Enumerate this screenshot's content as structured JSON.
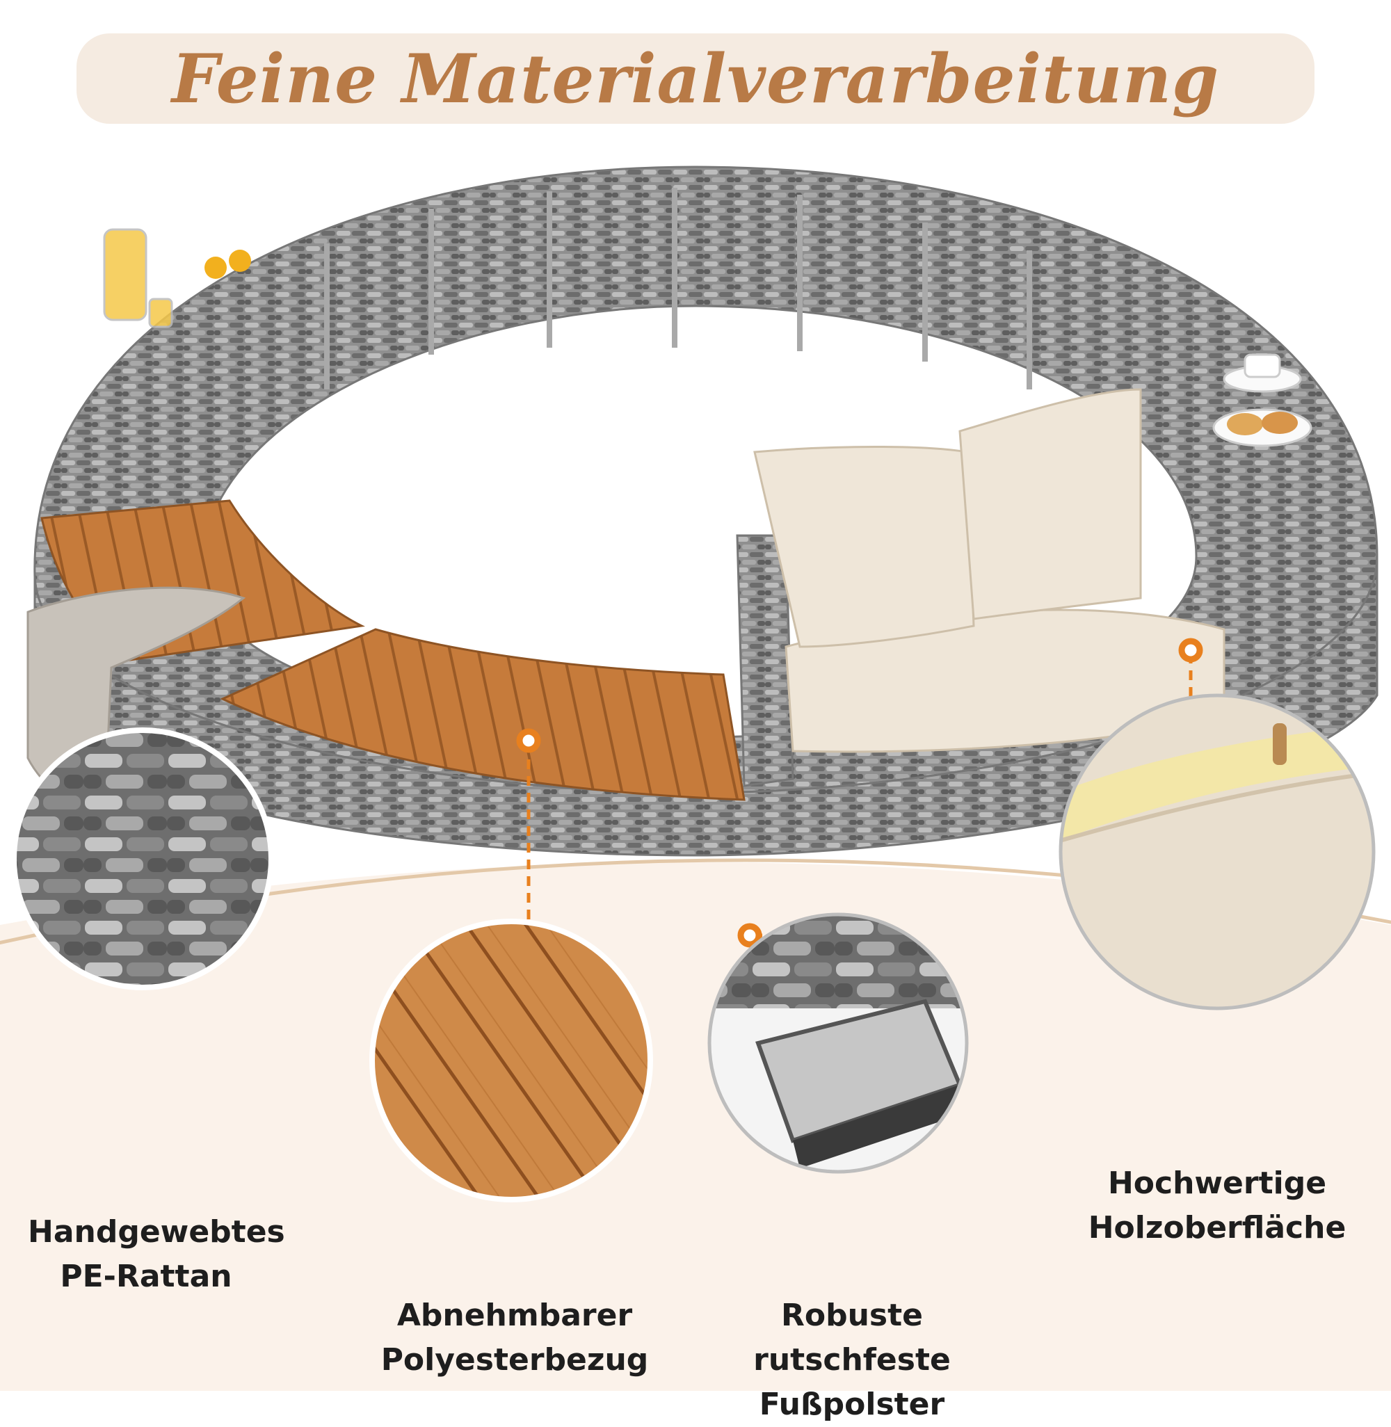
{
  "title": "Feine Materialverarbeitung",
  "colors": {
    "accent": "#e8801e",
    "title_text": "#b87a46",
    "title_background": "#f5ebe1",
    "rattan": "#8c8c8c",
    "wood": "#c67b3b",
    "cushion": "#efe6d8",
    "bottom_band": "#fbf2ea",
    "arc": "#e3c8a8"
  },
  "features": [
    {
      "id": "rattan",
      "line1": "Handgewebtes",
      "line2": "PE-Rattan",
      "image": "pe-rattan-weave-closeup"
    },
    {
      "id": "cover",
      "line1": "Abnehmbarer",
      "line2": "Polyesterbezug",
      "image": "wood-surface-closeup"
    },
    {
      "id": "foot",
      "line1": "Robuste rutschfeste",
      "line2": "Fußpolster",
      "image": "non-slip-foot-pad-closeup"
    },
    {
      "id": "wood",
      "line1": "Hochwertige",
      "line2": "Holzoberfläche",
      "image": "cushion-zipper-closeup"
    }
  ]
}
